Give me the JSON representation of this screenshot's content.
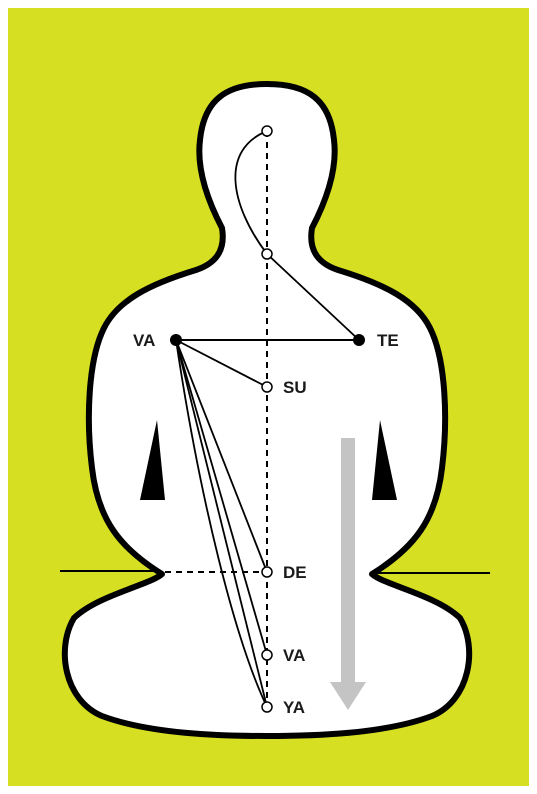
{
  "colors": {
    "background": "#d6df22",
    "figure_fill": "#ffffff",
    "outline": "#000000",
    "arrow": "#c4c4c4"
  },
  "labels": {
    "shoulder_left": "VA",
    "shoulder_right": "TE",
    "chest": "SU",
    "navel": "DE",
    "lower_va": "VA",
    "base": "YA"
  },
  "arrow": {
    "direction": "down"
  }
}
